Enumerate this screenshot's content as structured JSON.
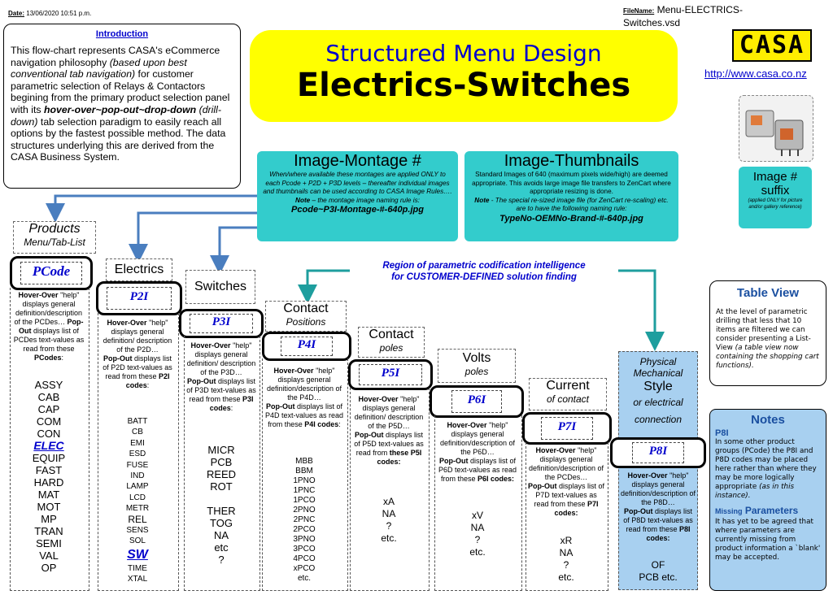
{
  "header": {
    "date_label": "Date:",
    "date_value": "13/06/2020 10:51 p.m.",
    "filename_label": "FileName:",
    "filename_value": "Menu-ELECTRICS-Switches.vsd"
  },
  "intro": {
    "title": "Introduction",
    "text_1": "This flow-chart represents CASA's eCommerce navigation philosophy ",
    "text_2": "(based upon best conventional tab navigation)",
    "text_3": " for customer parametric selection of Relays & Contactors begining from the primary product selection panel with its ",
    "text_4": "hover-over~pop-out~drop-down",
    "text_5": " (drill-down)",
    "text_6": " tab selection paradigm to easily reach all options by the fastest possible method. The data structures underlying this are derived from the CASA Business System."
  },
  "banner": {
    "title_1": "Structured Menu Design",
    "title_2": "Electrics-Switches"
  },
  "logo": {
    "text": "CASA",
    "url": "http://www.casa.co.nz"
  },
  "montage": {
    "title": "Image-Montage #",
    "desc": "When/where available these montages are applied ONLY to each Pcode + P2D + P3D levels – thereafter individual images and thumbnails can be used according to CASA Image Rules….",
    "note_label": "Note",
    "note": " – the montage image naming rule is:",
    "pattern": "Pcode~P3I-Montage-#-640p.jpg"
  },
  "thumbs": {
    "title": "Image-Thumbnails",
    "desc": "Standard Images of 640 (maximum pixels wide/high) are deemed appropriate. This avoids large image file transfers to ZenCart where appropriate resizing is done.",
    "note_label": "Note",
    "note": " - The special re-sized image file (for ZenCart re-scaling) etc. are to have the following naming rule:",
    "pattern": "TypeNo-OEMNo-Brand-#-640p.jpg"
  },
  "suffix": {
    "title_1": "Image #",
    "title_2": "suffix",
    "desc": "(applied ONLY for picture and/or gallery reference)"
  },
  "region": {
    "line_1": "Region of parametric codification intelligence",
    "line_2": "for CUSTOMER-DEFINED solution finding"
  },
  "columns": {
    "products": {
      "title": "Products",
      "subtitle": "Menu/Tab-List",
      "code": "PCode",
      "desc_1": "Hover-Over",
      "desc_2": " \"help\" displays general definition/description of the PCDes…",
      "desc_3": "Pop-Out",
      "desc_4": " displays list of PCDes text-values as read from these ",
      "desc_5": "PCodes",
      "values": [
        "ASSY",
        "CAB",
        "CAP",
        "COM",
        "CON",
        "ELEC",
        "EQUIP",
        "FAST",
        "HARD",
        "MAT",
        "MOT",
        "MP",
        "TRAN",
        "SEMI",
        "VAL",
        "OP"
      ]
    },
    "electrics": {
      "title": "Electrics",
      "code": "P2I",
      "desc_1": "Hover-Over",
      "desc_2": " \"help\" displays general definition/ description of the P2D…",
      "desc_3": "Pop-Out",
      "desc_4": " displays list of P2D text-values as read from these ",
      "desc_5": "P2I codes",
      "values": [
        "BATT",
        "CB",
        "EMI",
        "ESD",
        "FUSE",
        "IND",
        "LAMP",
        "LCD",
        "METR",
        "REL",
        "SENS",
        "SOL",
        "SW",
        "TIME",
        "XTAL"
      ]
    },
    "switches": {
      "title": "Switches",
      "code": "P3I",
      "desc_1": "Hover-Over",
      "desc_2": " \"help\" displays general definition/ description of the P3D…",
      "desc_3": "Pop-Out",
      "desc_4": " displays list of P3D text-values as read from these ",
      "desc_5": "P3I codes",
      "values": [
        "MICR",
        "PCB",
        "REED",
        "ROT",
        "",
        "THER",
        "TOG",
        "NA",
        "etc",
        "?"
      ]
    },
    "contact_pos": {
      "title": "Contact",
      "subtitle": "Positions",
      "code": "P4I",
      "desc_1": "Hover-Over",
      "desc_2": " \"help\" displays general definition/description of the P4D…",
      "desc_3": "Pop-Out",
      "desc_4": " displays list of P4D text-values as read from these ",
      "desc_5": "P4I codes",
      "values": [
        "MBB",
        "BBM",
        "1PNO",
        "1PNC",
        "1PCO",
        "2PNO",
        "2PNC",
        "2PCO",
        "3PNO",
        "3PCO",
        "4PCO",
        "xPCO",
        "etc."
      ]
    },
    "contact_poles": {
      "title": "Contact",
      "subtitle": "poles",
      "code": "P5I",
      "desc_1": "Hover-Over",
      "desc_2": " \"help\" displays general definition/ description of the P5D…",
      "desc_3": "Pop-Out",
      "desc_4": " displays list of P5D text-values as read from ",
      "desc_5": "these P5I codes:",
      "values": [
        "xA",
        "NA",
        "?",
        "etc."
      ]
    },
    "volts": {
      "title": "Volts",
      "subtitle": "poles",
      "code": "P6I",
      "desc_1": "Hover-Over",
      "desc_2": " \"help\" displays general definition/description of the P6D…",
      "desc_3": "Pop-Out",
      "desc_4": " displays list of P6D text-values as read from these ",
      "desc_5": "P6I codes:",
      "values": [
        "xV",
        "NA",
        "?",
        "etc."
      ]
    },
    "current": {
      "title": "Current",
      "subtitle": "of contact",
      "code": "P7I",
      "desc_1": "Hover-Over",
      "desc_2": " \"help\" displays general definition/description of the PCDes…",
      "desc_3": "Pop-Out",
      "desc_4": " displays list of P7D text-values as read from these ",
      "desc_5": "P7I codes:",
      "values": [
        "xR",
        "NA",
        "?",
        "etc."
      ]
    },
    "physical": {
      "title_1": "Physical",
      "title_2": "Mechanical",
      "title_3": "Style",
      "title_4": "or electrical",
      "title_5": "connection",
      "code": "P8I",
      "desc_1": "Hover-Over",
      "desc_2": " \"help\" displays general definition/description of the P8D…",
      "desc_3": "Pop-Out",
      "desc_4": " displays list of P8D text-values as read from these ",
      "desc_5": "P8I codes:",
      "values": [
        "OF",
        "PCB etc."
      ]
    }
  },
  "table_view": {
    "title": "Table View",
    "text_1": "At the level of parametric drilling that less that 10 items are filtered we can consider presenting a List-View ",
    "text_2": "(a table view now containing the shopping cart functions)."
  },
  "notes": {
    "title": "Notes",
    "p8i_heading": "P8I",
    "p8i_text_1": "In some other product groups (PCode) the P8I and P8D codes may be placed here rather than where they may be more logically appropriate ",
    "p8i_text_2": "(as in this instance).",
    "missing_1": "Missing",
    "missing_2": " Parameters",
    "missing_text": "It has yet to be agreed that where parameters are currently missing from product information a `blank' may be accepted."
  },
  "colors": {
    "banner_yellow": "#ffff00",
    "teal": "#33cccc",
    "blue_arrow": "#4a7ebf",
    "teal_arrow": "#1e9e9e",
    "code_blue": "#0000cc",
    "light_blue": "#a8d0f0"
  }
}
